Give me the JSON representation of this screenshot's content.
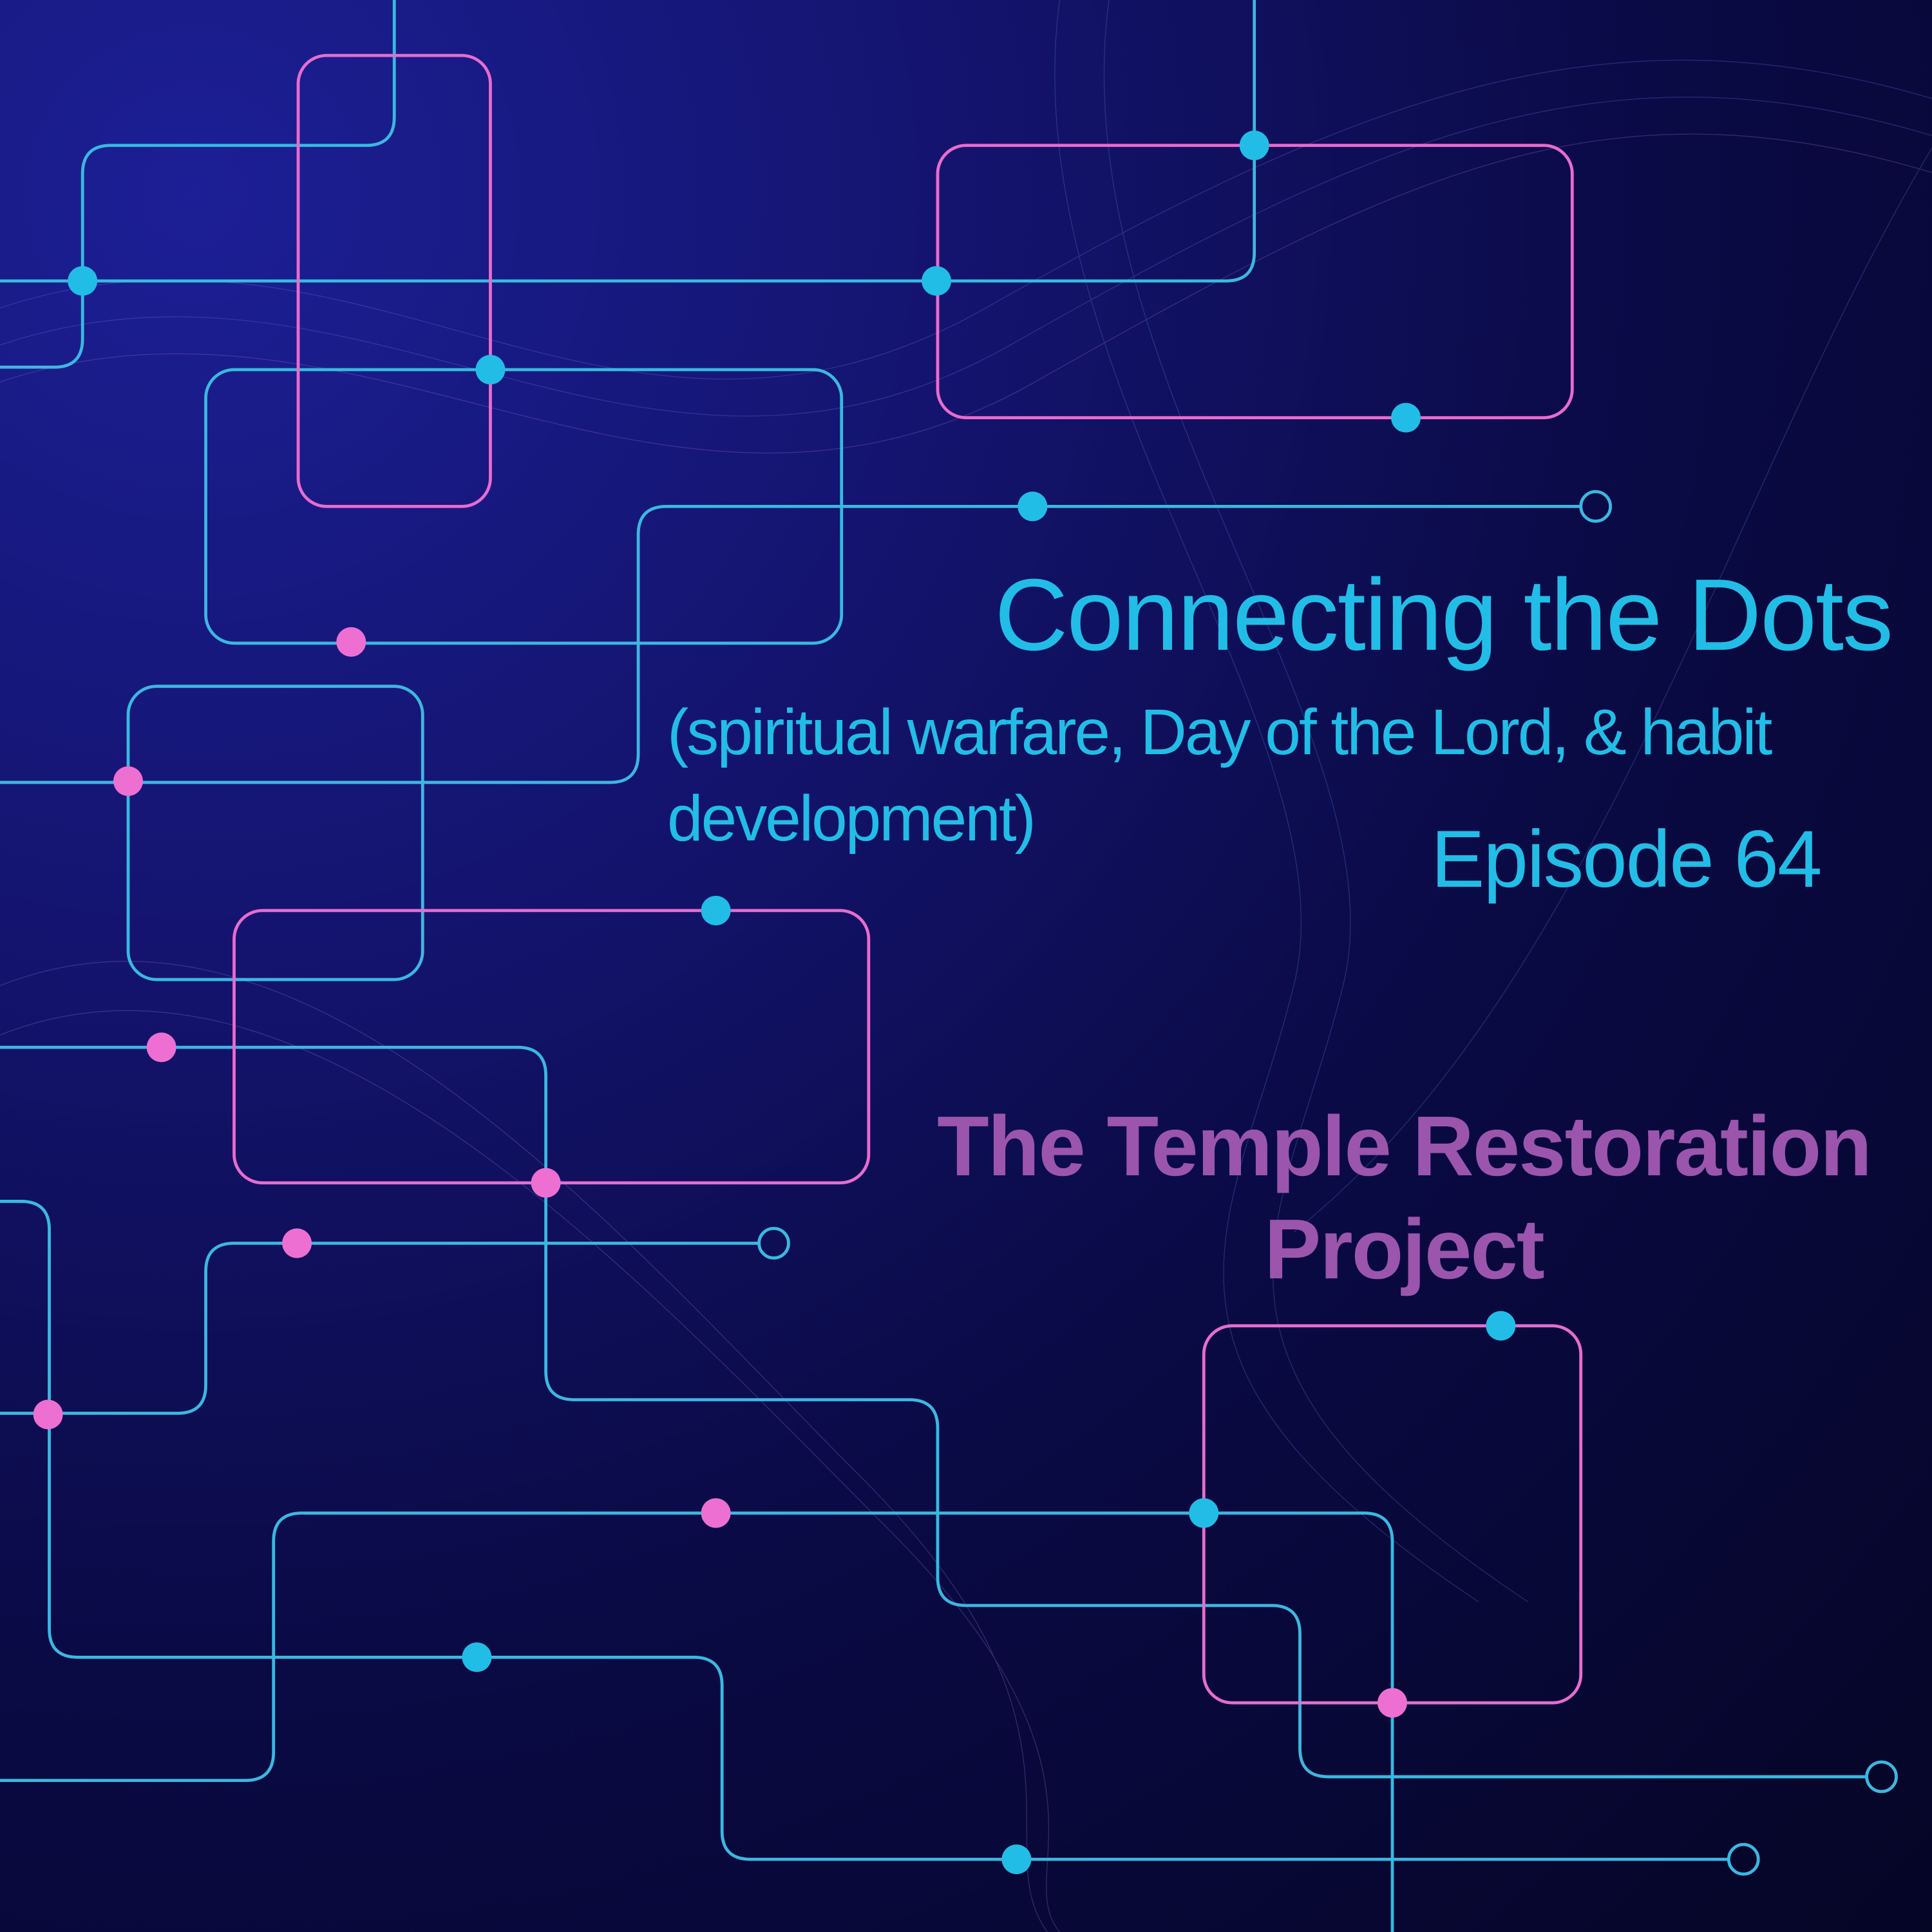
{
  "cover": {
    "title": "Connecting the Dots",
    "subtitle": "(spiritual warfare, Day of the Lord, & habit development)",
    "episode": "Episode 64",
    "project": "The Temple Restoration Project"
  },
  "colors": {
    "accent_cyan": "#22bde6",
    "accent_pink": "#e86ccf",
    "project_purple": "#9b55ad",
    "background": "#0a0a45"
  }
}
